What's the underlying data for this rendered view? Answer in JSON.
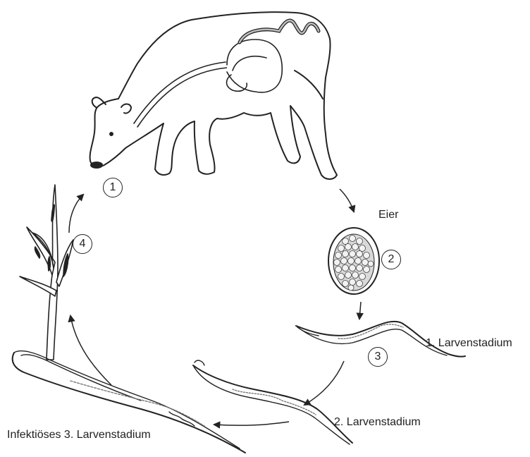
{
  "labels": {
    "eggs": "Eier",
    "stage1": "1. Larvenstadium",
    "stage2": "2. Larvenstadium",
    "stage3": "Infektiöses 3. Larvenstadium"
  },
  "steps": [
    "1",
    "2",
    "3",
    "4"
  ],
  "colors": {
    "ink": "#222222",
    "organ_fill": "#bdbdbd",
    "egg_fill": "#d9d9d9"
  }
}
